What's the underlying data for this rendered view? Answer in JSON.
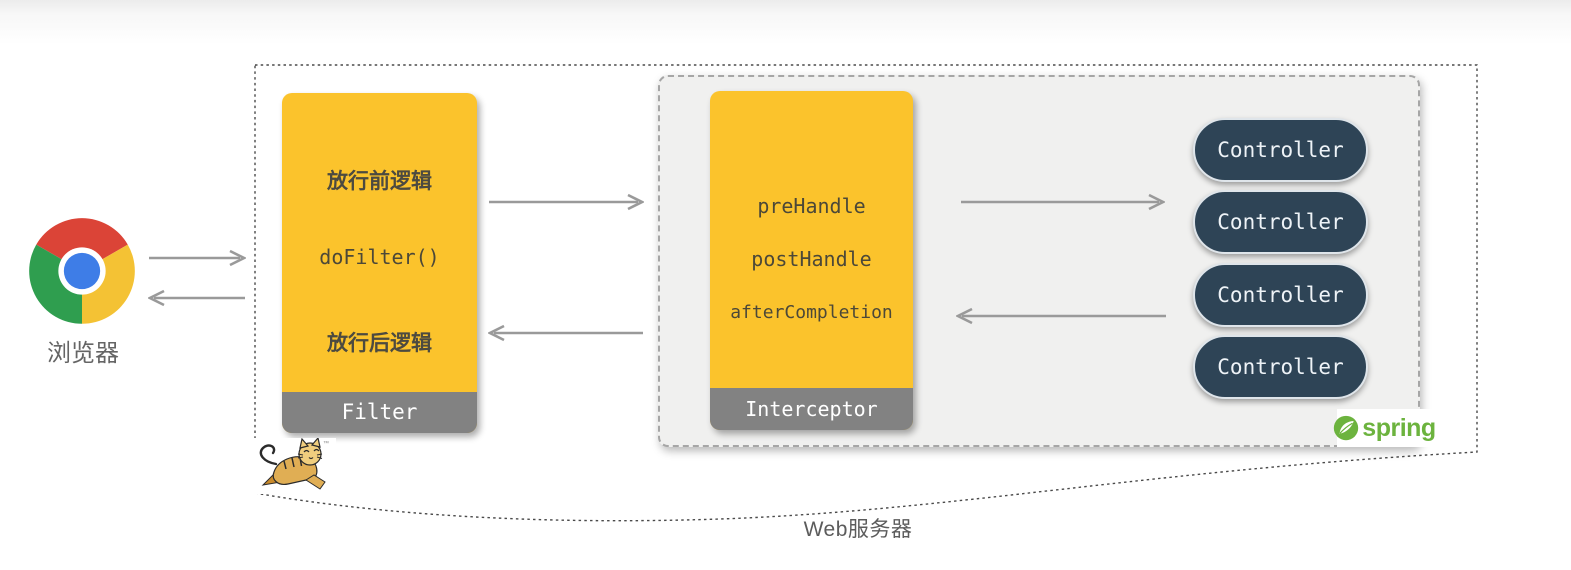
{
  "diagram": {
    "server_label": "Web服务器",
    "browser_label": "浏览器"
  },
  "filter": {
    "lines": [
      "放行前逻辑",
      "doFilter()",
      "放行后逻辑"
    ],
    "title": "Filter"
  },
  "interceptor": {
    "lines": [
      "preHandle",
      "postHandle",
      "afterCompletion"
    ],
    "title": "Interceptor"
  },
  "controllers": [
    "Controller",
    "Controller",
    "Controller",
    "Controller"
  ],
  "spring": {
    "label": "spring"
  },
  "icons": {
    "browser": "chrome-icon",
    "server": "tomcat-icon",
    "framework": "spring-leaf-icon"
  },
  "colors": {
    "box_yellow": "#FBC32C",
    "box_footer_gray": "#828282",
    "controller_navy": "#2E4456",
    "arrow_gray": "#9A9A9A",
    "panel_gray": "#F0F0EF",
    "spring_green": "#6CB33E"
  }
}
